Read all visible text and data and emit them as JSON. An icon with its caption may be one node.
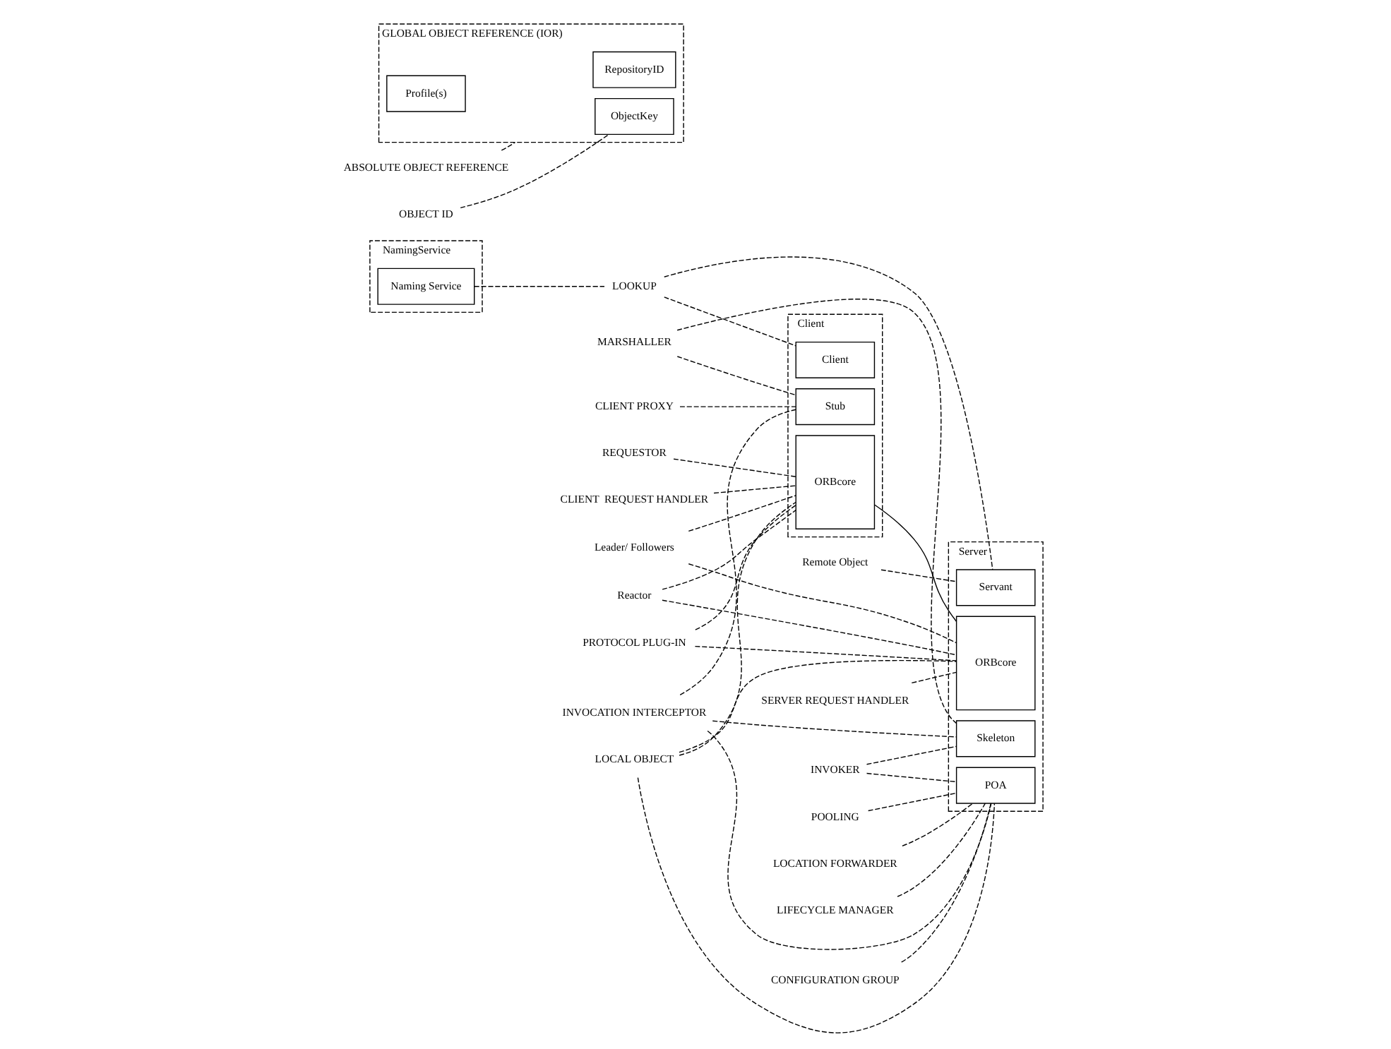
{
  "diagram": {
    "nodes": [
      {
        "text": [
          "NamingService"
        ]
      },
      {
        "text": [
          "Naming Service"
        ],
        "in": 0
      },
      {
        "text": [
          "Client"
        ]
      },
      {
        "text": [
          "Client"
        ],
        "in": 2
      },
      {
        "text": [
          "Stub"
        ],
        "in": 2
      },
      {
        "text": [
          "ORBcore"
        ],
        "in": 2
      },
      {
        "text": [
          "Server"
        ]
      },
      {
        "text": [
          "Servant"
        ],
        "in": 6
      },
      {
        "text": [
          "Skeleton"
        ],
        "in": 6
      },
      {
        "text": [
          "POA"
        ],
        "in": 6
      },
      {
        "text": [
          "ORBcore"
        ],
        "in": 6
      },
      {
        "text": [
          "GLOBAL OBJECT REFERENCE (IOR)"
        ]
      },
      {
        "text": [
          "RepositoryID"
        ],
        "in": 11
      },
      {
        "text": [
          "Profile(s)"
        ],
        "in": 11
      },
      {
        "text": [
          "ObjectKey"
        ],
        "in": 11
      },
      {
        "text": [
          "LOOKUP"
        ]
      },
      {
        "text": [
          "MARSHALLER"
        ]
      },
      {
        "text": [
          "INVOCATION INTERCEPTOR"
        ]
      },
      {
        "text": [
          "INVOKER"
        ]
      },
      {
        "text": [
          "LOCAL OBJECT"
        ]
      },
      {
        "text": [
          "Leader/ Followers"
        ]
      },
      {
        "text": [
          "Reactor"
        ]
      },
      {
        "text": [
          "PROTOCOL PLUG-IN"
        ]
      },
      {
        "text": [
          "CLIENT PROXY"
        ]
      },
      {
        "text": [
          "REQUESTOR"
        ]
      },
      {
        "text": [
          "CLIENT  REQUEST HANDLER"
        ]
      },
      {
        "text": [
          "Remote Object"
        ]
      },
      {
        "text": [
          "POOLING"
        ]
      },
      {
        "text": [
          "LOCATION FORWARDER"
        ]
      },
      {
        "text": [
          "LIFECYCLE MANAGER"
        ]
      },
      {
        "text": [
          "CONFIGURATION GROUP"
        ]
      },
      {
        "text": [
          "SERVER REQUEST HANDLER"
        ]
      },
      {
        "text": [
          "ABSOLUTE OBJECT REFERENCE"
        ]
      },
      {
        "text": [
          "OBJECT ID"
        ]
      }
    ],
    "edges": [
      {
        "from": 1,
        "to": 15,
        "arrow": "none",
        "style": "dashed"
      },
      {
        "from": 15,
        "to": 3,
        "arrow": "none",
        "style": "dashed"
      },
      {
        "from": 15,
        "to": 7,
        "arrow": "none",
        "style": "dashed"
      },
      {
        "from": 16,
        "to": 4,
        "arrow": "none",
        "style": "dashed"
      },
      {
        "from": 16,
        "to": 8,
        "arrow": "none",
        "style": "dashed"
      },
      {
        "from": 17,
        "to": 4,
        "arrow": "none",
        "style": "dashed"
      },
      {
        "from": 17,
        "to": 8,
        "arrow": "none",
        "style": "dashed"
      },
      {
        "from": 17,
        "to": 9,
        "arrow": "none",
        "style": "dashed"
      },
      {
        "from": 18,
        "to": 8,
        "arrow": "none",
        "style": "dashed"
      },
      {
        "from": 18,
        "to": 9,
        "arrow": "none",
        "style": "dashed"
      },
      {
        "from": 19,
        "to": 5,
        "arrow": "none",
        "style": "dashed"
      },
      {
        "from": 19,
        "to": 9,
        "arrow": "none",
        "style": "dashed"
      },
      {
        "from": 19,
        "to": 10,
        "arrow": "none",
        "style": "dashed"
      },
      {
        "from": 20,
        "to": 5,
        "arrow": "none",
        "style": "dashed"
      },
      {
        "from": 20,
        "to": 10,
        "arrow": "none",
        "style": "dashed"
      },
      {
        "from": 21,
        "to": 5,
        "arrow": "none",
        "style": "dashed"
      },
      {
        "from": 21,
        "to": 10,
        "arrow": "none",
        "style": "dashed"
      },
      {
        "from": 22,
        "to": 5,
        "arrow": "none",
        "style": "dashed"
      },
      {
        "from": 22,
        "to": 10,
        "arrow": "none",
        "style": "dashed"
      },
      {
        "from": 23,
        "to": 4,
        "arrow": "none",
        "style": "dashed"
      },
      {
        "from": 24,
        "to": 5,
        "arrow": "none",
        "style": "dashed"
      },
      {
        "from": 25,
        "to": 5,
        "arrow": "none",
        "style": "dashed"
      },
      {
        "from": 26,
        "to": 7,
        "arrow": "none",
        "style": "dashed"
      },
      {
        "from": 27,
        "to": 9,
        "arrow": "none",
        "style": "dashed"
      },
      {
        "from": 28,
        "to": 9,
        "arrow": "none",
        "style": "dashed"
      },
      {
        "from": 29,
        "to": 9,
        "arrow": "none",
        "style": "dashed"
      },
      {
        "from": 30,
        "to": 9,
        "arrow": "none",
        "style": "dashed"
      },
      {
        "from": 31,
        "to": 10,
        "arrow": "none",
        "style": "dashed"
      },
      {
        "from": 5,
        "to": 10,
        "arrow": "none"
      },
      {
        "from": 32,
        "to": 11,
        "arrow": "none",
        "style": "dashed"
      },
      {
        "from": 33,
        "to": 14,
        "arrow": "none",
        "style": "dashed"
      }
    ]
  }
}
